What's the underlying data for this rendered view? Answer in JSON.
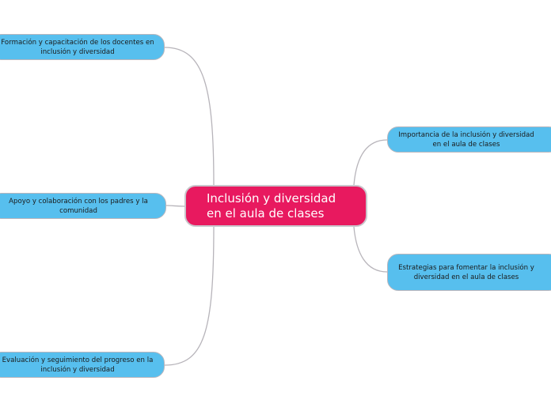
{
  "map": {
    "central": "Inclusión y diversidad en el aula de clases",
    "left_topics": [
      "Formación y capacitación de los docentes en inclusión y diversidad",
      "Apoyo y colaboración con los padres y la comunidad",
      "Evaluación y seguimiento del progreso en la inclusión y diversidad"
    ],
    "right_topics": [
      "Importancia de la inclusión y diversidad en el aula de clases",
      "Estrategias para fomentar la inclusión y diversidad en el aula de clases"
    ]
  },
  "colors": {
    "central_fill": "#e8195f",
    "topic_fill": "#57bfee",
    "connector": "#b7b4ba",
    "background": "#ffffff"
  }
}
